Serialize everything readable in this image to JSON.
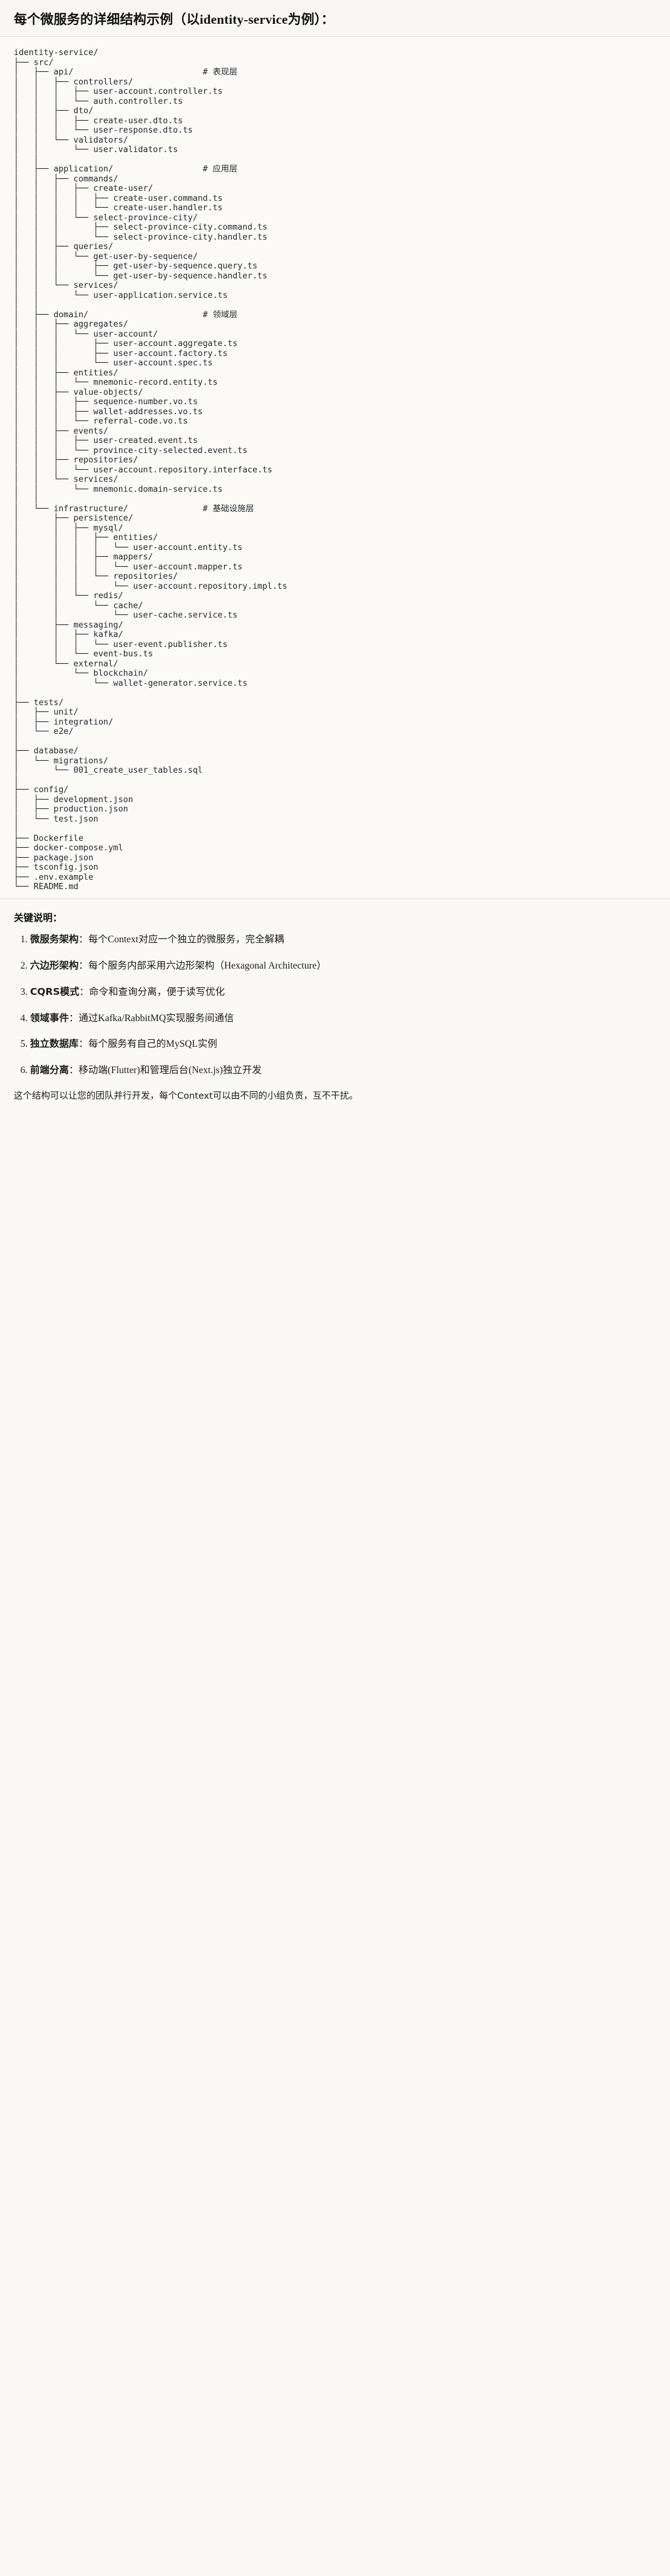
{
  "header": {
    "title_prefix": "每个微服务的详细结构示例（以",
    "title_code": "identity-service",
    "title_suffix": "为例）："
  },
  "tree": {
    "root": "identity-service/",
    "text": "identity-service/\n├── src/\n│   ├── api/                          # 表现层\n│   │   ├── controllers/\n│   │   │   ├── user-account.controller.ts\n│   │   │   └── auth.controller.ts\n│   │   ├── dto/\n│   │   │   ├── create-user.dto.ts\n│   │   │   └── user-response.dto.ts\n│   │   └── validators/\n│   │       └── user.validator.ts\n│   │\n│   ├── application/                  # 应用层\n│   │   ├── commands/\n│   │   │   ├── create-user/\n│   │   │   │   ├── create-user.command.ts\n│   │   │   │   └── create-user.handler.ts\n│   │   │   └── select-province-city/\n│   │   │       ├── select-province-city.command.ts\n│   │   │       └── select-province-city.handler.ts\n│   │   ├── queries/\n│   │   │   └── get-user-by-sequence/\n│   │   │       ├── get-user-by-sequence.query.ts\n│   │   │       └── get-user-by-sequence.handler.ts\n│   │   └── services/\n│   │       └── user-application.service.ts\n│   │\n│   ├── domain/                       # 领域层\n│   │   ├── aggregates/\n│   │   │   └── user-account/\n│   │   │       ├── user-account.aggregate.ts\n│   │   │       ├── user-account.factory.ts\n│   │   │       └── user-account.spec.ts\n│   │   ├── entities/\n│   │   │   └── mnemonic-record.entity.ts\n│   │   ├── value-objects/\n│   │   │   ├── sequence-number.vo.ts\n│   │   │   ├── wallet-addresses.vo.ts\n│   │   │   └── referral-code.vo.ts\n│   │   ├── events/\n│   │   │   ├── user-created.event.ts\n│   │   │   └── province-city-selected.event.ts\n│   │   ├── repositories/\n│   │   │   └── user-account.repository.interface.ts\n│   │   └── services/\n│   │       └── mnemonic.domain-service.ts\n│   │\n│   └── infrastructure/               # 基础设施层\n│       ├── persistence/\n│       │   ├── mysql/\n│       │   │   ├── entities/\n│       │   │   │   └── user-account.entity.ts\n│       │   │   ├── mappers/\n│       │   │   │   └── user-account.mapper.ts\n│       │   │   └── repositories/\n│       │   │       └── user-account.repository.impl.ts\n│       │   └── redis/\n│       │       └── cache/\n│       │           └── user-cache.service.ts\n│       ├── messaging/\n│       │   ├── kafka/\n│       │   │   └── user-event.publisher.ts\n│       │   └── event-bus.ts\n│       └── external/\n│           └── blockchain/\n│               └── wallet-generator.service.ts\n│\n├── tests/\n│   ├── unit/\n│   ├── integration/\n│   └── e2e/\n│\n├── database/\n│   └── migrations/\n│       └── 001_create_user_tables.sql\n│\n├── config/\n│   ├── development.json\n│   ├── production.json\n│   └── test.json\n│\n├── Dockerfile\n├── docker-compose.yml\n├── package.json\n├── tsconfig.json\n├── .env.example\n└── README.md"
  },
  "notes": {
    "title": "关键说明：",
    "items": [
      {
        "term": "微服务架构",
        "sep": "：",
        "desc": "每个Context对应一个独立的微服务，完全解耦"
      },
      {
        "term": "六边形架构",
        "sep": "：",
        "desc": "每个服务内部采用六边形架构（Hexagonal Architecture）"
      },
      {
        "term": "CQRS模式",
        "sep": "：",
        "desc": "命令和查询分离，便于读写优化"
      },
      {
        "term": "领域事件",
        "sep": "：",
        "desc": "通过Kafka/RabbitMQ实现服务间通信"
      },
      {
        "term": "独立数据库",
        "sep": "：",
        "desc": "每个服务有自己的MySQL实例"
      },
      {
        "term": "前端分离",
        "sep": "：",
        "desc": "移动端(Flutter)和管理后台(Next.js)独立开发"
      }
    ],
    "closing": "这个结构可以让您的团队并行开发，每个Context可以由不同的小组负责，互不干扰。"
  }
}
